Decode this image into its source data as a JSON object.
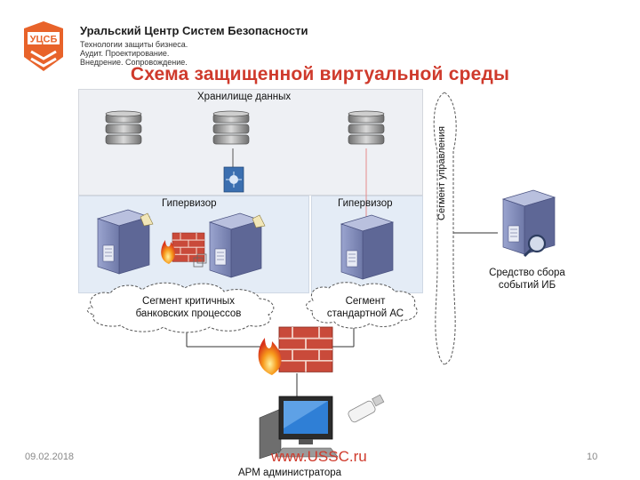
{
  "header": {
    "logo_text": "УЦСБ",
    "company": "Уральский Центр Систем Безопасности",
    "tagline": [
      "Технологии защиты бизнеса.",
      "Аудит. Проектирование.",
      "Внедрение. Сопровождение."
    ]
  },
  "title": "Схема защищенной виртуальной среды",
  "diagram": {
    "storage_label": "Хранилище данных",
    "hypervisor_left": "Гипервизор",
    "hypervisor_right": "Гипервизор",
    "management_segment": "Сегмент управления",
    "critical_segment": [
      "Сегмент критичных",
      "банковских процессов"
    ],
    "standard_segment": [
      "Сегмент",
      "стандартной АС"
    ],
    "siem": [
      "Средство сбора",
      "событий ИБ"
    ],
    "admin_workstation": "АРМ администратора"
  },
  "footer": {
    "date": "09.02.2018",
    "url": "www.USSC.ru",
    "page_number": "10"
  },
  "colors": {
    "title": "#cf3a2c",
    "server_body": "#7f8ab8",
    "firewall_brick": "#c94a3a",
    "panel_storage": "#eef0f4",
    "panel_hypervisor": "#e4ecf6"
  }
}
